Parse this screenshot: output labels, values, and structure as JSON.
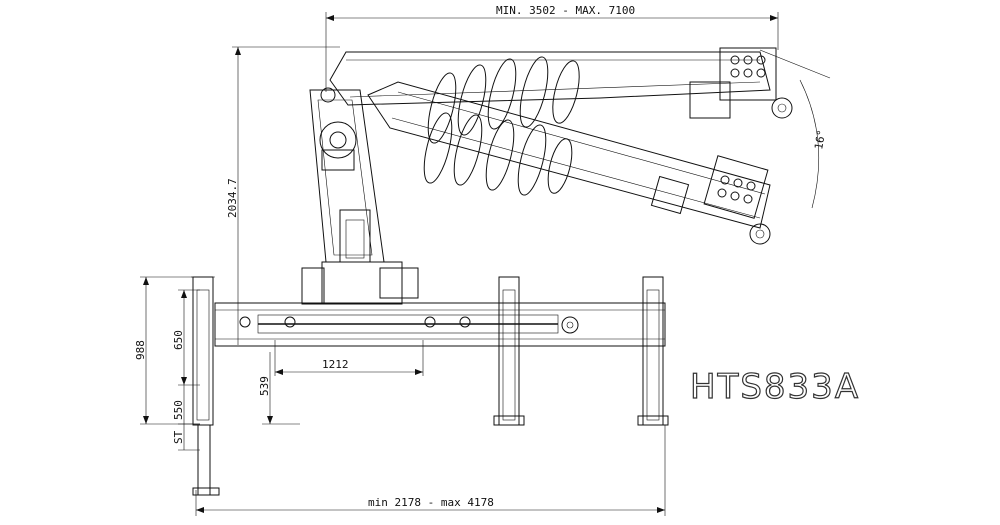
{
  "model_label": "HTS833A",
  "dimensions": {
    "boom_reach": "MIN. 3502 - MAX. 7100",
    "column_height": "2034.7",
    "boom_angle": "16°",
    "leg_span": "min 2178 - max 4178",
    "outrigger_offset": "1212",
    "base_height": "539",
    "overall_height": "988",
    "leg_upper": "650",
    "leg_lower": "550",
    "stroke": "ST"
  }
}
